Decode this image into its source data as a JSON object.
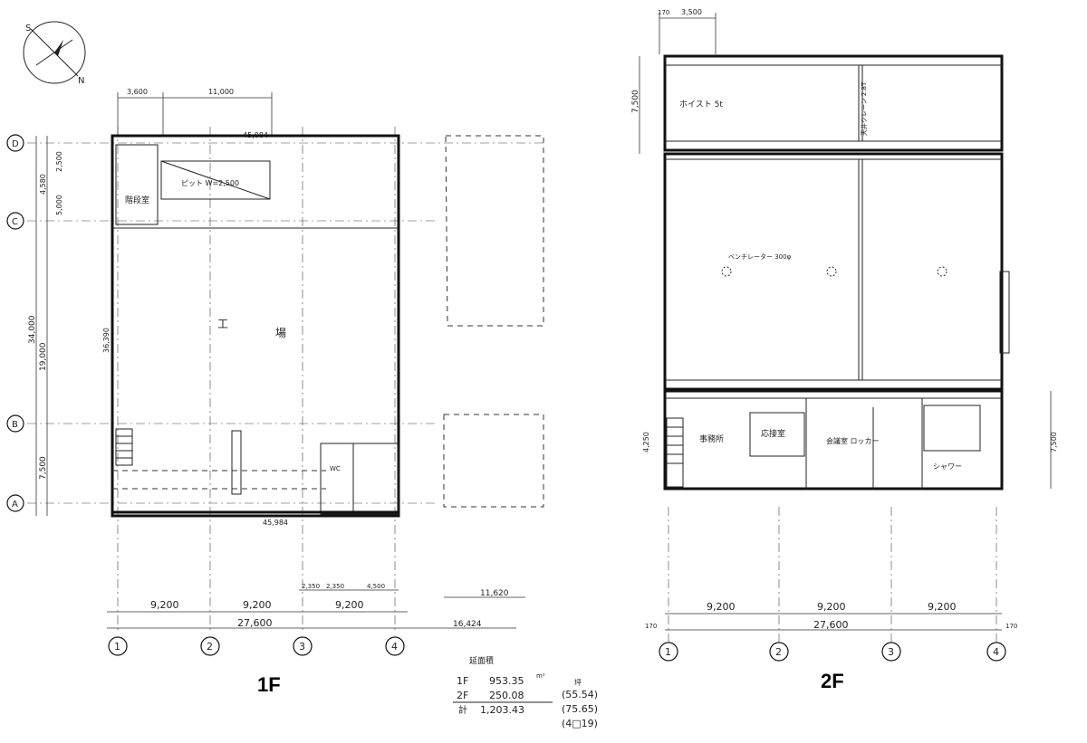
{
  "compass": {
    "north": "N",
    "south": "S"
  },
  "floor1": {
    "label": "1F",
    "top_dims": [
      "3,600",
      "11,000"
    ],
    "wall_len_top": "45,084",
    "wall_len_bottom": "45,984",
    "left_dims": [
      "34,000",
      "19,000",
      "7,500",
      "4,580",
      "5,000",
      "2,500",
      "36,390"
    ],
    "bottom_dims": [
      "9,200",
      "9,200",
      "9,200"
    ],
    "bottom_total": "27,600",
    "bottom_right_total": "16,424",
    "right_dim": "11,620",
    "small_dims": [
      "2,350",
      "2,350",
      "4,500"
    ],
    "pit_label": "ピット  W=2,500",
    "room_main": [
      "工",
      "場"
    ],
    "room_stair": "階段室",
    "wc": "WC",
    "axes": [
      "1",
      "2",
      "3",
      "4"
    ],
    "row_axes": [
      "D",
      "C",
      "B",
      "A"
    ]
  },
  "floor2": {
    "label": "2F",
    "top_dims": [
      "170",
      "3,500"
    ],
    "left_dim": "7,500",
    "crane": "ホイスト 5t",
    "crane_note": "天井クレーン 2.8T",
    "vent_note": "ベンチレーター 300φ",
    "rooms": [
      "事務所",
      "応接室",
      "会議室 ロッカー",
      "シャワー"
    ],
    "bottom_dims": [
      "9,200",
      "9,200",
      "9,200"
    ],
    "bottom_total": "27,600",
    "edge_dims": [
      "170",
      "170"
    ],
    "right_dims": [
      "7,500",
      "4,250"
    ],
    "axes": [
      "1",
      "2",
      "3",
      "4"
    ]
  },
  "areas": {
    "title": "延面積",
    "rows": [
      {
        "floor": "1F",
        "value": "953.35",
        "unit": "m²",
        "tsubo": "(55.54)"
      },
      {
        "floor": "2F",
        "value": "250.08",
        "unit": "",
        "tsubo": "(75.65)"
      },
      {
        "floor": "計",
        "value": "1,203.43",
        "unit": "",
        "tsubo": "(4□19)"
      }
    ],
    "tsubo_head": "坪"
  }
}
